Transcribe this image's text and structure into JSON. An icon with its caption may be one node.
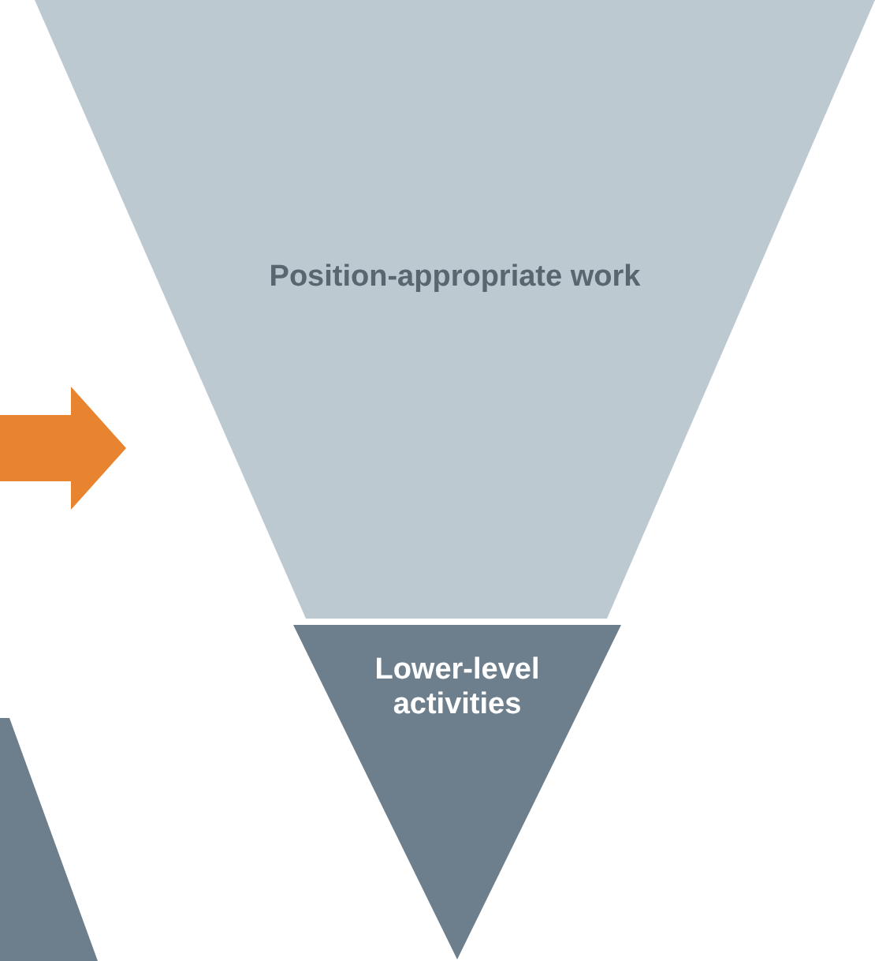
{
  "diagram": {
    "nodes": [
      {
        "text": [
          "Position-appropriate work"
        ]
      },
      {
        "text": [
          "Lower-level activities"
        ]
      },
      {
        "text": [],
        "shape": "triangle"
      }
    ]
  }
}
